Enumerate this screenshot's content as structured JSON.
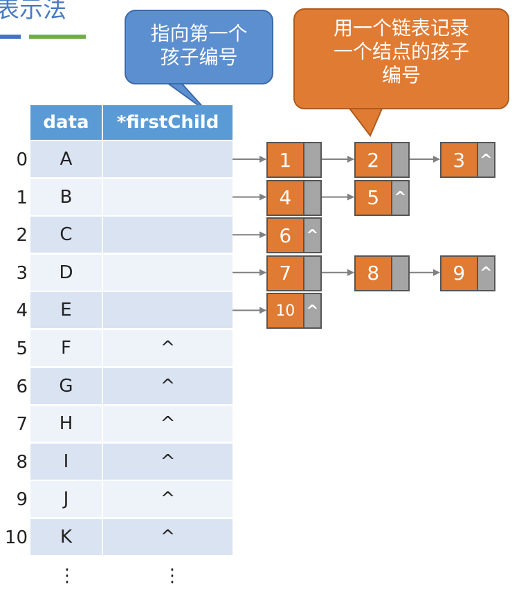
{
  "title": "表示法",
  "callout_left": [
    "指向第一个",
    "孩子编号"
  ],
  "callout_right": [
    "用一个链表记录",
    "一个结点的孩子",
    "编号"
  ],
  "table": {
    "headers": [
      "data",
      "*firstChild"
    ],
    "rows": [
      {
        "index": "0",
        "data": "A",
        "ptr": ""
      },
      {
        "index": "1",
        "data": "B",
        "ptr": ""
      },
      {
        "index": "2",
        "data": "C",
        "ptr": ""
      },
      {
        "index": "3",
        "data": "D",
        "ptr": ""
      },
      {
        "index": "4",
        "data": "E",
        "ptr": ""
      },
      {
        "index": "5",
        "data": "F",
        "ptr": "^"
      },
      {
        "index": "6",
        "data": "G",
        "ptr": "^"
      },
      {
        "index": "7",
        "data": "H",
        "ptr": "^"
      },
      {
        "index": "8",
        "data": "I",
        "ptr": "^"
      },
      {
        "index": "9",
        "data": "J",
        "ptr": "^"
      },
      {
        "index": "10",
        "data": "K",
        "ptr": "^"
      }
    ],
    "continuation": "⋮"
  },
  "lists": [
    {
      "row": 0,
      "children": [
        "1",
        "2",
        "3"
      ]
    },
    {
      "row": 1,
      "children": [
        "4",
        "5"
      ]
    },
    {
      "row": 2,
      "children": [
        "6"
      ]
    },
    {
      "row": 3,
      "children": [
        "7",
        "8",
        "9"
      ]
    },
    {
      "row": 4,
      "children": [
        "10"
      ]
    }
  ],
  "null_symbol": "^",
  "colors": {
    "header": "#5b9bd5",
    "row_a": "#dae3f1",
    "row_b": "#eef2f9",
    "node": "#e07b33",
    "pointer": "#a5a5a5",
    "callout_left": "#5b8fd0",
    "callout_right": "#e07b33"
  }
}
